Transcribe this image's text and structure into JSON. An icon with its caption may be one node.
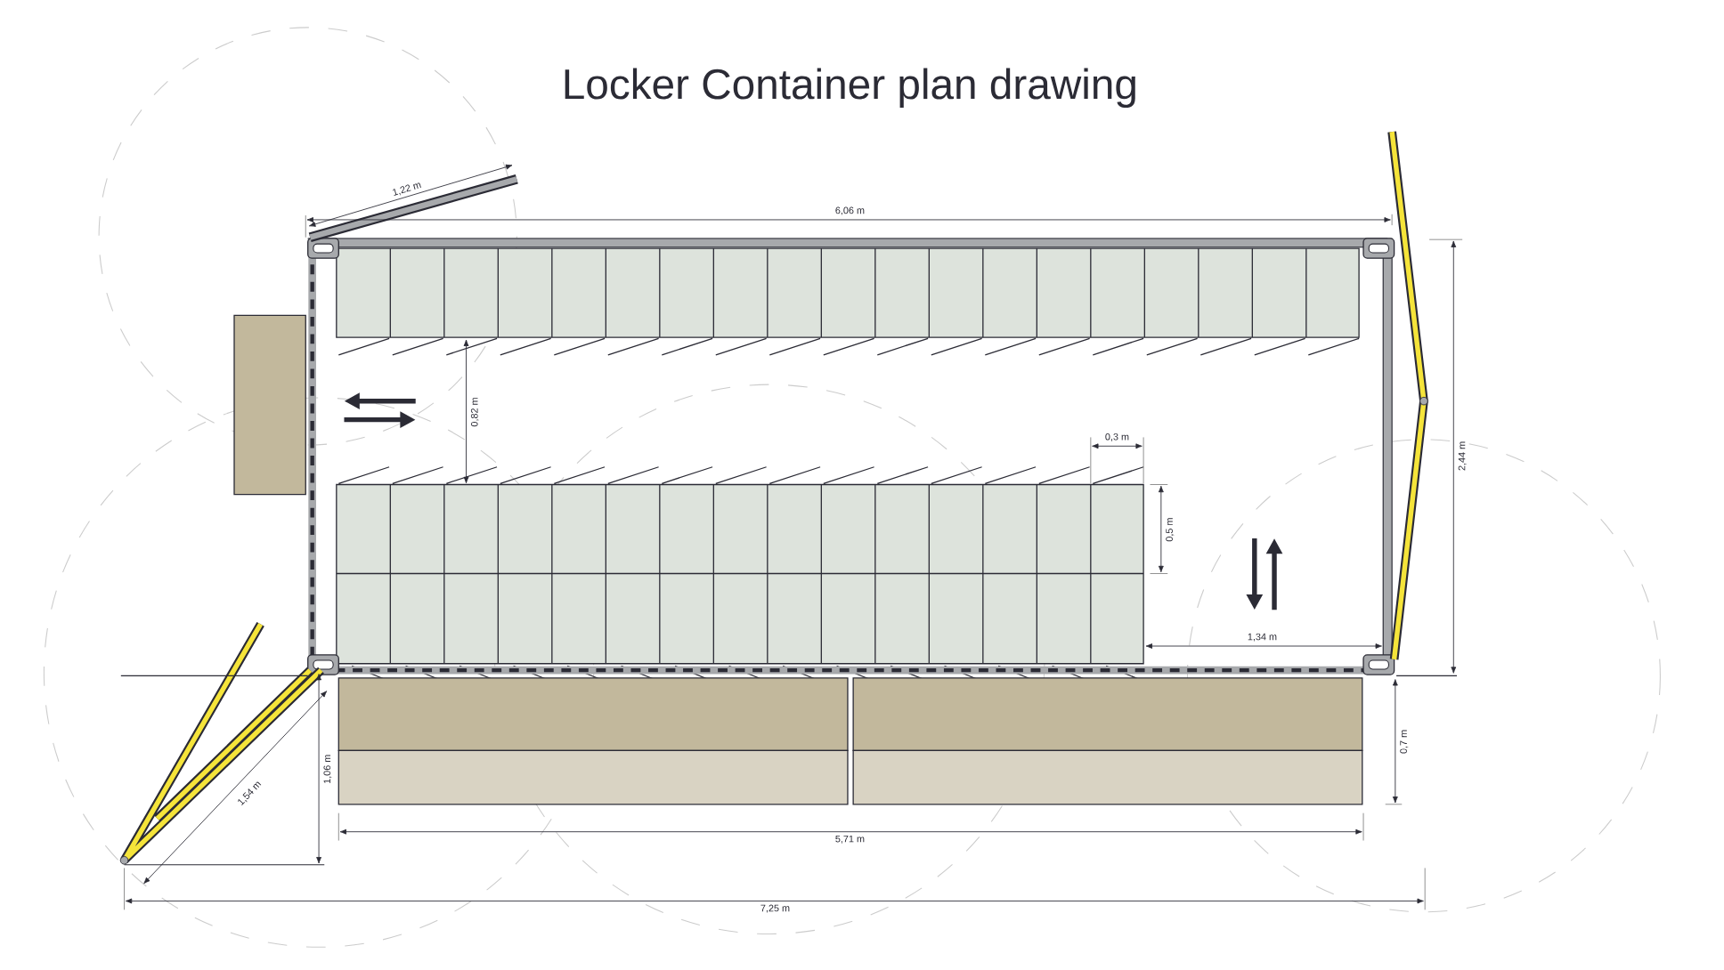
{
  "diagram": {
    "title": "Locker Container plan drawing",
    "labels": [
      "1,22 m",
      "6,06 m",
      "2,44 m",
      "0,82 m",
      "0,3 m",
      "0,5 m",
      "1,34 m",
      "0,7 m",
      "1,06 m",
      "1,54 m",
      "5,71 m",
      "7,25 m"
    ]
  }
}
